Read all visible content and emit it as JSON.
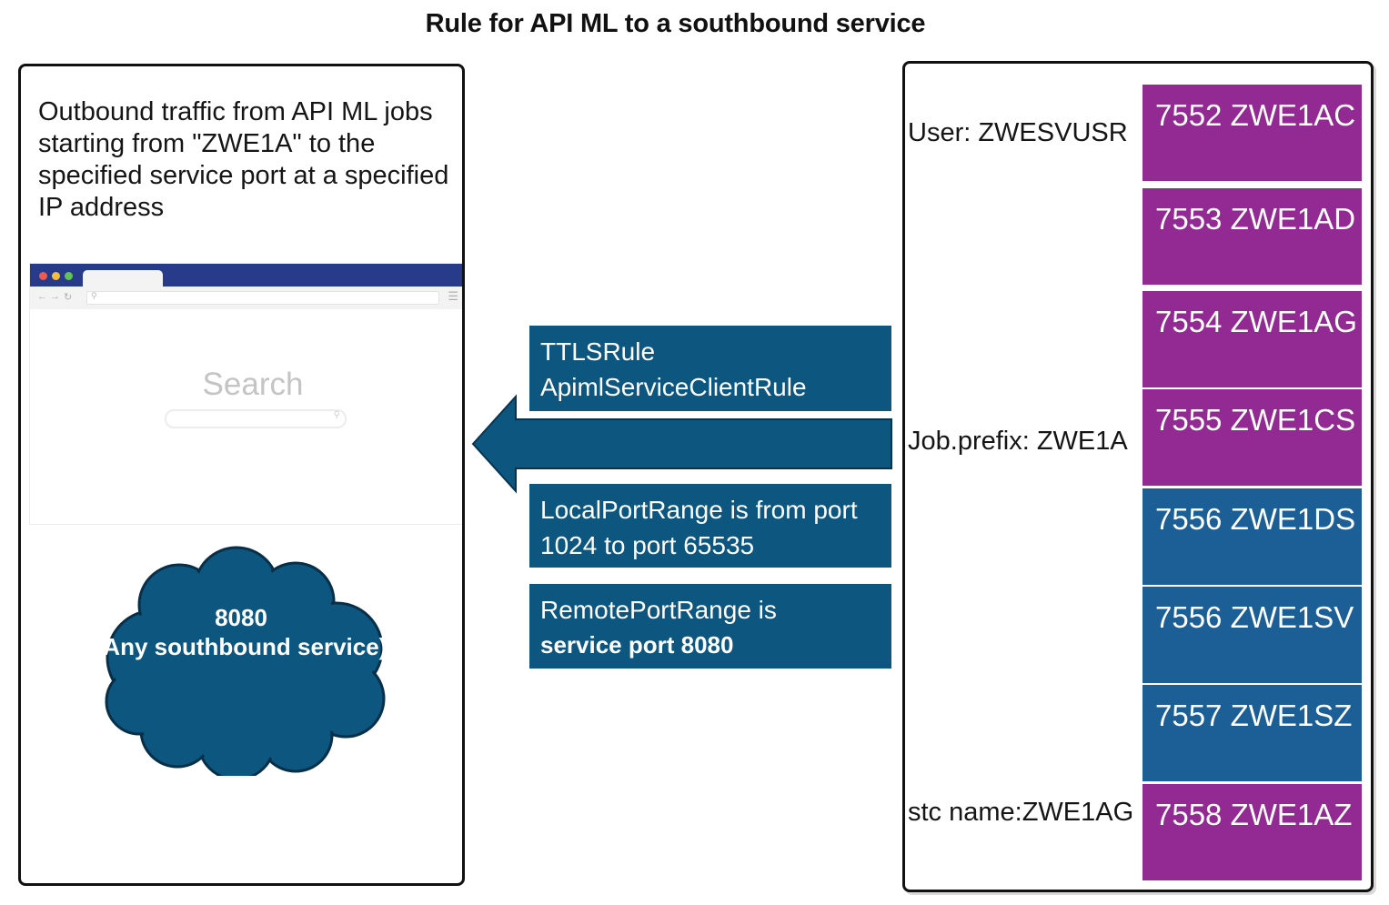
{
  "title": "Rule for API ML to a southbound service",
  "left_panel": {
    "description": "Outbound traffic from API ML jobs starting from \"ZWE1A\" to the specified service port at a specified IP address",
    "browser": {
      "search_label": "Search",
      "titlebar_color": "#283a8a"
    },
    "cloud": {
      "port": "8080",
      "label": "(Any southbound service)",
      "color": "#0d5680"
    }
  },
  "middle": {
    "ttls_rule": {
      "line1": "TTLSRule",
      "line2": "ApimlServiceClientRule"
    },
    "local_port": {
      "line1": "LocalPortRange is from port",
      "line2": "1024 to port 65535"
    },
    "remote_port": {
      "line1": "RemotePortRange is",
      "line2": "service port 8080"
    },
    "arrow_direction": "left",
    "box_color": "#0d5680"
  },
  "right_panel": {
    "user": "User: ZWESVUSR",
    "job_prefix": "Job.prefix: ZWE1A",
    "stc_name": "stc name:ZWE1AG",
    "colors": {
      "purple": "#932a93",
      "blue": "#1c5e96"
    },
    "jobs": [
      {
        "label": "7552 ZWE1AC",
        "color": "purple"
      },
      {
        "label": "7553 ZWE1AD",
        "color": "purple"
      },
      {
        "label": "7554 ZWE1AG",
        "color": "purple"
      },
      {
        "label": "7555 ZWE1CS",
        "color": "purple"
      },
      {
        "label": "7556 ZWE1DS",
        "color": "blue"
      },
      {
        "label": "7556 ZWE1SV",
        "color": "blue"
      },
      {
        "label": "7557 ZWE1SZ",
        "color": "blue"
      },
      {
        "label": "7558 ZWE1AZ",
        "color": "purple"
      }
    ]
  }
}
